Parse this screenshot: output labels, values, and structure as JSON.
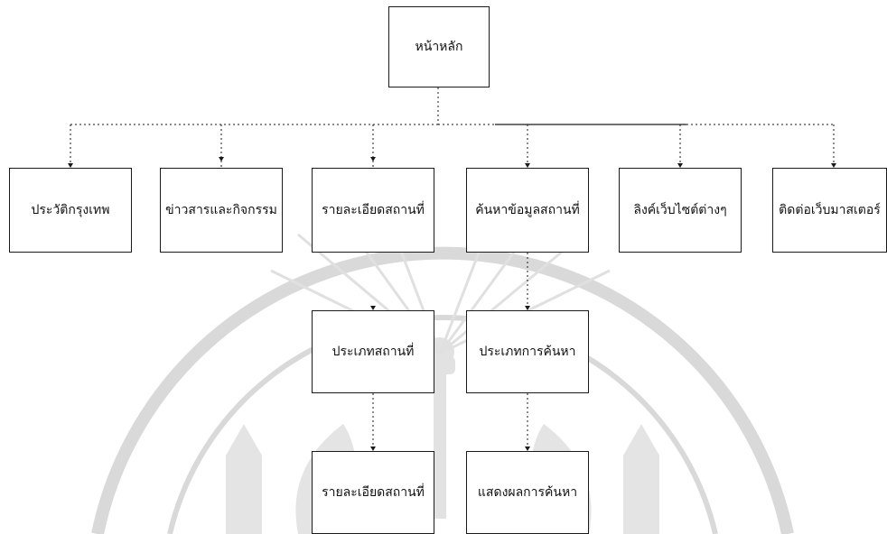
{
  "diagram": {
    "nodes": {
      "root": {
        "label": "หน้าหลัก"
      },
      "history": {
        "label": "ประวัติกรุงเทพ"
      },
      "news": {
        "label": "ข่าวสารและกิจกรรม"
      },
      "place_details": {
        "label": "รายละเอียดสถานที่"
      },
      "search_place": {
        "label": "ค้นหาข้อมูลสถานที่"
      },
      "links": {
        "label": "ลิงค์เว็บไซต์ต่างๆ"
      },
      "contact": {
        "label": "ติดต่อเว็บมาสเตอร์"
      },
      "place_type": {
        "label": "ประเภทสถานที่"
      },
      "search_type": {
        "label": "ประเภทการค้นหา"
      },
      "place_detail_result": {
        "label": "รายละเอียดสถานที่"
      },
      "search_result": {
        "label": "แสดงผลการค้นหา"
      }
    }
  },
  "colors": {
    "line": "#1a1a1a",
    "watermark": "#d8d8d8",
    "background": "#ffffff"
  }
}
